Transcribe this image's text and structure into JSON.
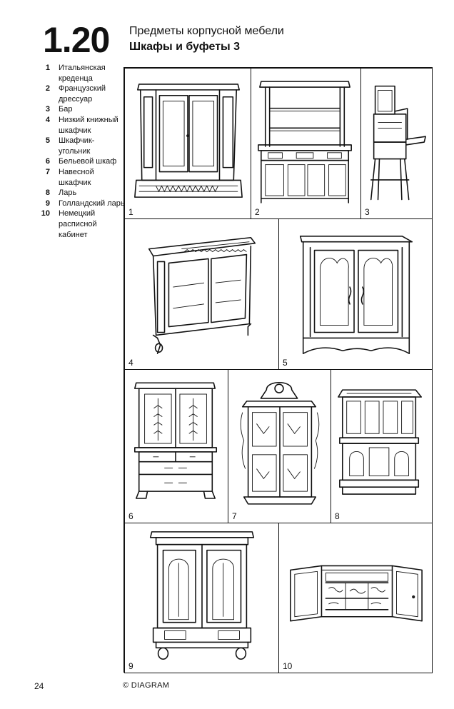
{
  "header": {
    "section_number": "1.20",
    "title": "Предметы корпусной мебели",
    "subtitle": "Шкафы и буфеты 3"
  },
  "legend": [
    {
      "num": "1",
      "label": "Итальянская креденца"
    },
    {
      "num": "2",
      "label": "Французский дрессуар"
    },
    {
      "num": "3",
      "label": "Бар"
    },
    {
      "num": "4",
      "label": "Низкий книжный шкафчик"
    },
    {
      "num": "5",
      "label": "Шкафчик-угольник"
    },
    {
      "num": "6",
      "label": "Бельевой шкаф"
    },
    {
      "num": "7",
      "label": "Навесной шкафчик"
    },
    {
      "num": "8",
      "label": "Ларь"
    },
    {
      "num": "9",
      "label": "Голландский ларь"
    },
    {
      "num": "10",
      "label": "Немецкий расписной кабинет"
    }
  ],
  "figures": [
    {
      "num": "1",
      "icon": "italian-credenza-icon"
    },
    {
      "num": "2",
      "icon": "french-dresser-icon"
    },
    {
      "num": "3",
      "icon": "bar-cabinet-icon"
    },
    {
      "num": "4",
      "icon": "low-bookcase-icon"
    },
    {
      "num": "5",
      "icon": "corner-cabinet-icon"
    },
    {
      "num": "6",
      "icon": "linen-cupboard-icon"
    },
    {
      "num": "7",
      "icon": "hanging-cabinet-icon"
    },
    {
      "num": "8",
      "icon": "coffer-chest-icon"
    },
    {
      "num": "9",
      "icon": "dutch-chest-icon"
    },
    {
      "num": "10",
      "icon": "painted-cabinet-icon"
    }
  ],
  "footer": {
    "page_number": "24",
    "copyright": "© DIAGRAM"
  }
}
